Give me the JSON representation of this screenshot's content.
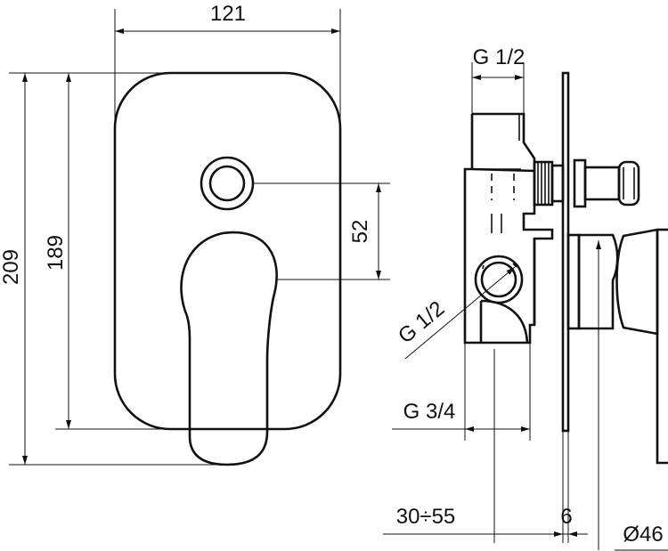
{
  "dimensions": {
    "width_121": "121",
    "height_209": "209",
    "height_189": "189",
    "offset_52": "52",
    "thread_top": "G 1/2",
    "thread_side": "G 1/2",
    "thread_bottom": "G 3/4",
    "depth_range": "30÷55",
    "plate_thickness": "6",
    "diameter": "Ø46"
  }
}
